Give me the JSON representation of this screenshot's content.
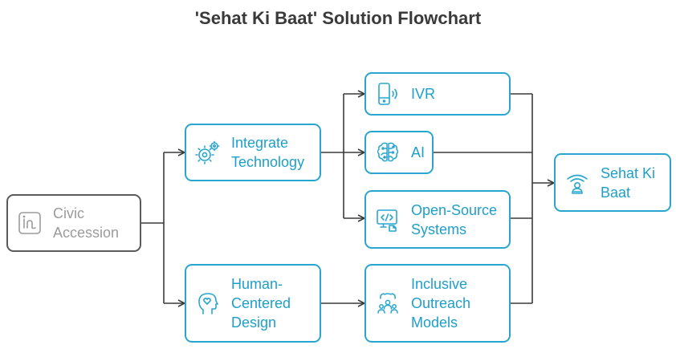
{
  "title": "'Sehat Ki Baat' Solution Flowchart",
  "nodes": {
    "civic": {
      "label": "Civic\nAccession",
      "icon": "handwriting-icon"
    },
    "integrate": {
      "label": "Integrate\nTechnology",
      "icon": "gears-icon"
    },
    "human": {
      "label": "Human-\nCentered\nDesign",
      "icon": "head-heart-icon"
    },
    "ivr": {
      "label": "IVR",
      "icon": "phone-signal-icon"
    },
    "ai": {
      "label": "AI",
      "icon": "brain-icon"
    },
    "opensource": {
      "label": "Open-Source\nSystems",
      "icon": "code-monitor-icon"
    },
    "outreach": {
      "label": "Inclusive\nOutreach\nModels",
      "icon": "people-network-icon"
    },
    "sehat": {
      "label": "Sehat Ki\nBaat",
      "icon": "voice-person-icon"
    }
  },
  "colors": {
    "accent": "#29a6d0",
    "accent_text": "#1e9fcb",
    "muted_border": "#5a5a5a",
    "muted_text": "#9b9b9b",
    "connector": "#3a3a3a"
  }
}
